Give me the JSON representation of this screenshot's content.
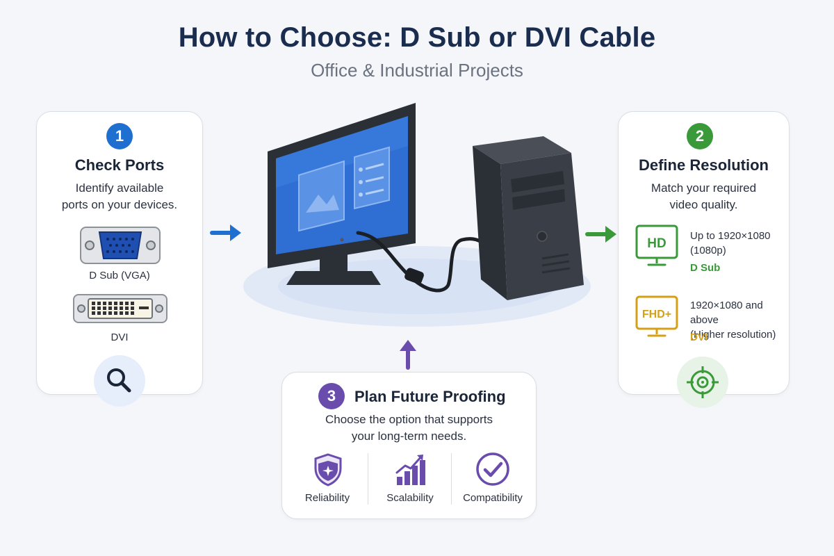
{
  "header": {
    "title": "How to Choose: D Sub or DVI Cable",
    "subtitle": "Office & Industrial Projects"
  },
  "steps": {
    "check_ports": {
      "number": "1",
      "title": "Check Ports",
      "desc_line1": "Identify available",
      "desc_line2": "ports on your devices.",
      "ports": [
        {
          "label": "D Sub (VGA)",
          "icon": "vga-port-icon"
        },
        {
          "label": "DVI",
          "icon": "dvi-port-icon"
        }
      ],
      "footer_icon": "magnifier-icon",
      "color": "#1f6fd1"
    },
    "define_resolution": {
      "number": "2",
      "title": "Define Resolution",
      "desc_line1": "Match your required",
      "desc_line2": "video quality.",
      "options": [
        {
          "badge": "HD",
          "line1": "Up to 1920×1080",
          "line2": "(1080p)",
          "cable": "D Sub",
          "color": "#3a9a3a"
        },
        {
          "badge": "FHD+",
          "line1": "1920×1080 and above",
          "line2": "(Higher resolution)",
          "cable": "DVI",
          "color": "#d4a017"
        }
      ],
      "footer_icon": "target-icon",
      "color": "#3a9a3a"
    },
    "future_proofing": {
      "number": "3",
      "title": "Plan Future Proofing",
      "desc_line1": "Choose the option that supports",
      "desc_line2": "your long-term needs.",
      "features": [
        {
          "label": "Reliability",
          "icon": "shield-icon"
        },
        {
          "label": "Scalability",
          "icon": "growth-chart-icon"
        },
        {
          "label": "Compatibility",
          "icon": "check-circle-icon"
        }
      ],
      "color": "#6a4cad"
    }
  },
  "colors": {
    "title": "#1b2d4f",
    "blue": "#1f6fd1",
    "green": "#3a9a3a",
    "purple": "#6a4cad",
    "gold": "#d4a017"
  }
}
